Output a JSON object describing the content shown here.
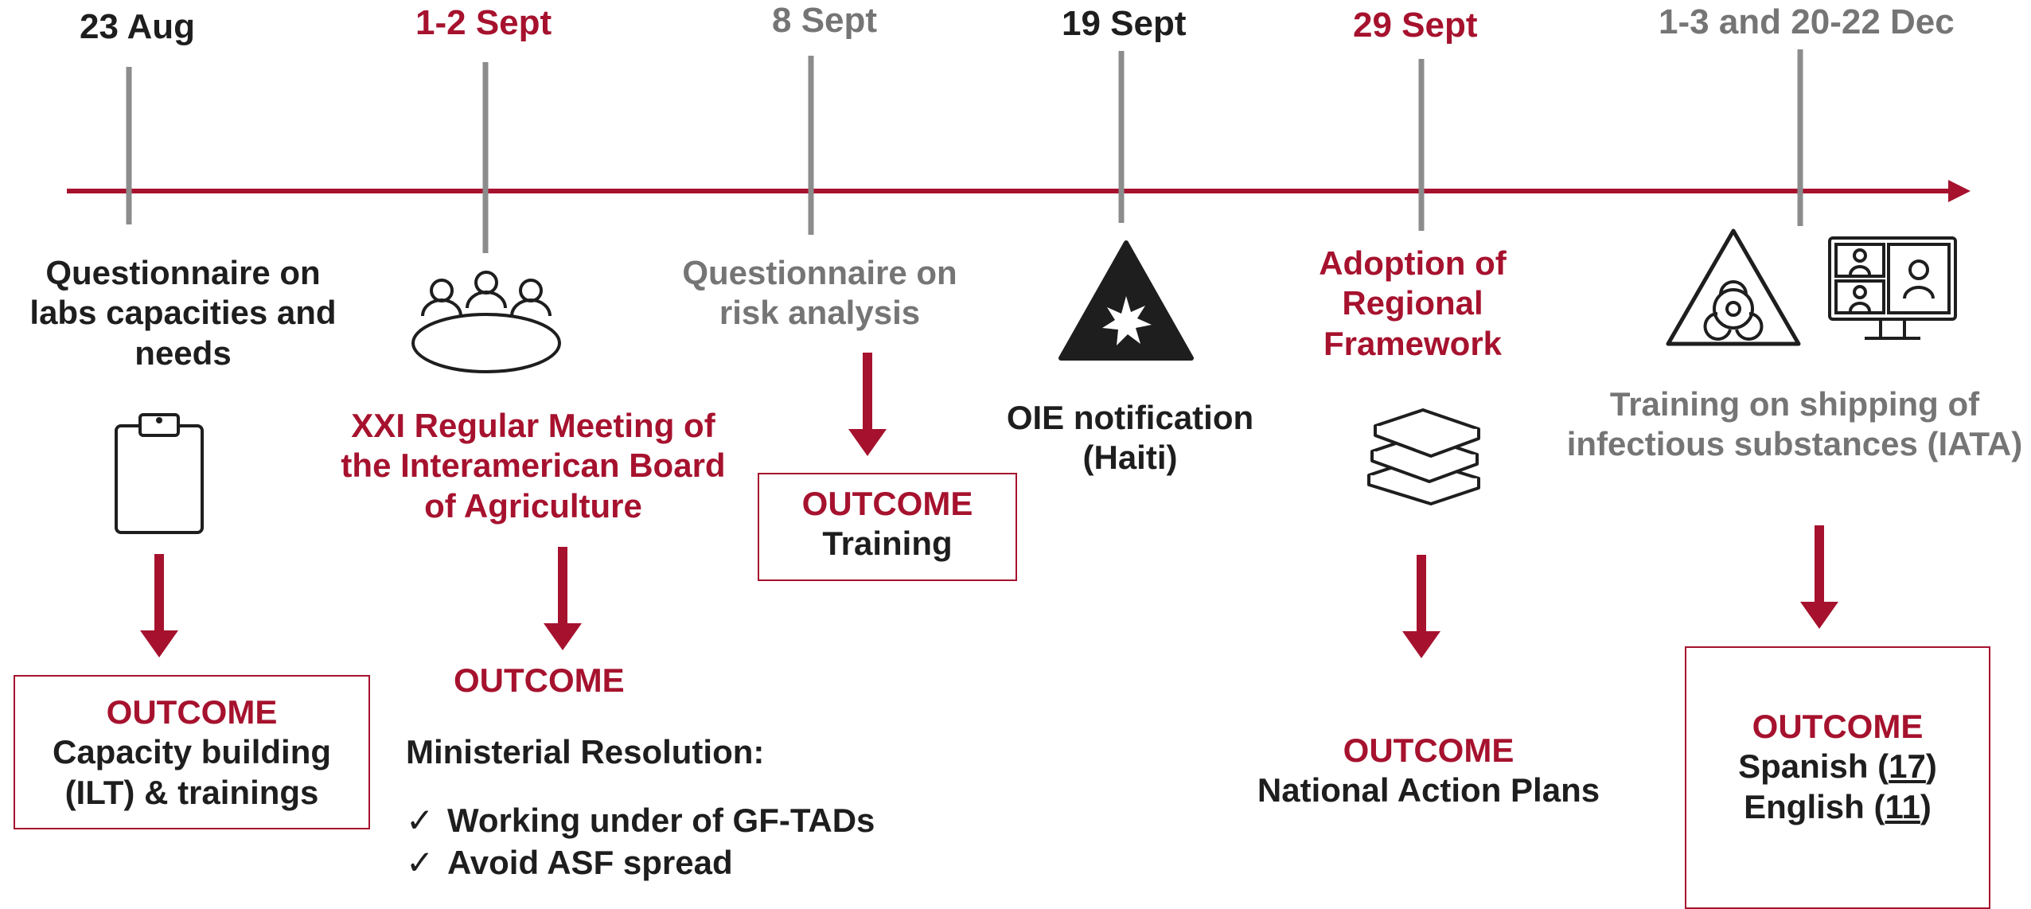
{
  "colors": {
    "accent": "#a6122e",
    "dark": "#1e1e1e",
    "gray": "#757575",
    "tick": "#8c8c8c"
  },
  "events": [
    {
      "date": "23 Aug",
      "description": [
        "Questionnaire on",
        "labs capacities  and",
        "needs"
      ],
      "icon": "clipboard-icon",
      "outcome": {
        "label": "OUTCOME",
        "lines": [
          "Capacity building",
          "(ILT) & trainings"
        ]
      }
    },
    {
      "date": "1-2 Sept",
      "description": [
        "XXI Regular Meeting of",
        "the Interamerican Board",
        "of Agriculture"
      ],
      "icon": "meeting-table-icon",
      "outcome": {
        "label": "OUTCOME",
        "heading": "Ministerial Resolution:",
        "check_mark": "✓",
        "items": [
          "Working under of GF-TADs",
          "Avoid ASF spread"
        ]
      }
    },
    {
      "date": "8 Sept",
      "description": [
        "Questionnaire on",
        "risk analysis"
      ],
      "outcome": {
        "label": "OUTCOME",
        "lines": [
          "Training"
        ]
      }
    },
    {
      "date": "19 Sept",
      "description": [
        "OIE notification",
        "(Haiti)"
      ],
      "icon": "warning-triangle-icon"
    },
    {
      "date": "29 Sept",
      "description": [
        "Adoption of",
        "Regional",
        "Framework"
      ],
      "icon": "books-icon",
      "outcome": {
        "label": "OUTCOME",
        "lines": [
          "National Action Plans"
        ]
      }
    },
    {
      "date": "1-3 and 20-22 Dec",
      "description": [
        "Training on shipping of",
        "infectious substances (IATA)"
      ],
      "icons": [
        "biohazard-icon",
        "video-conference-icon"
      ],
      "outcome": {
        "label": "OUTCOME",
        "lines": [
          {
            "language": "Spanish",
            "count": "17"
          },
          {
            "language": "English",
            "count": "11"
          }
        ]
      }
    }
  ]
}
